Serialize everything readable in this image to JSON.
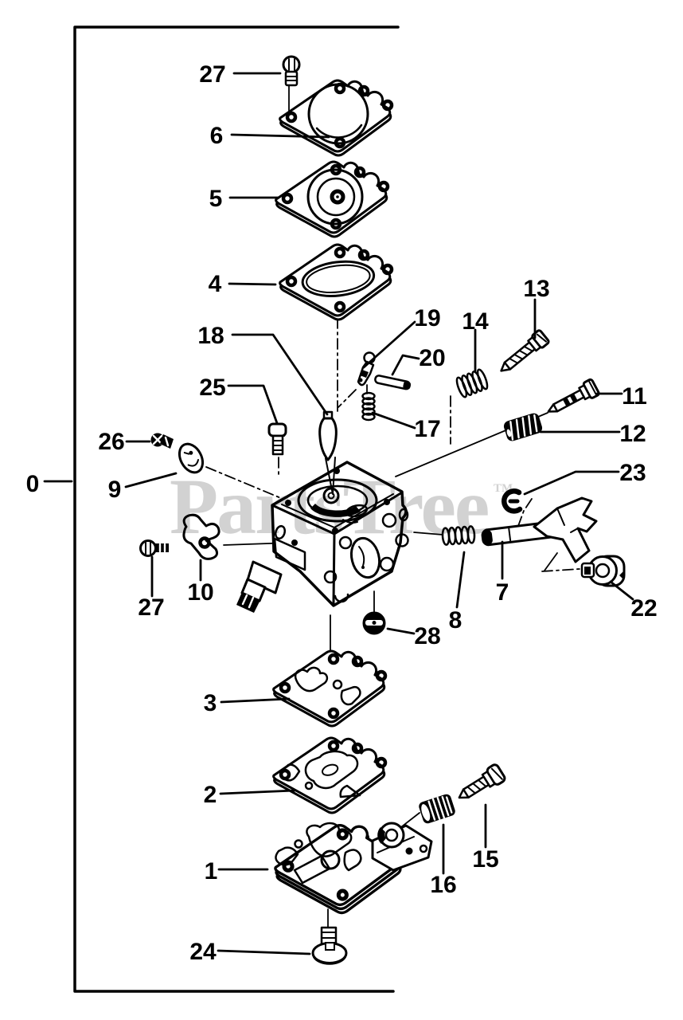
{
  "diagram": {
    "kind": "exploded-parts-diagram",
    "subject": "carburetor-assembly",
    "background": "#ffffff",
    "ink": "#000000"
  },
  "watermark": {
    "text": "PartsTree",
    "superscript": "TM",
    "color": "#d2d2d2"
  },
  "callouts": [
    {
      "id": "0",
      "number": "0"
    },
    {
      "id": "27-top",
      "number": "27"
    },
    {
      "id": "6",
      "number": "6"
    },
    {
      "id": "5",
      "number": "5"
    },
    {
      "id": "4",
      "number": "4"
    },
    {
      "id": "18",
      "number": "18"
    },
    {
      "id": "19",
      "number": "19"
    },
    {
      "id": "20",
      "number": "20"
    },
    {
      "id": "17",
      "number": "17"
    },
    {
      "id": "14",
      "number": "14"
    },
    {
      "id": "13",
      "number": "13"
    },
    {
      "id": "11",
      "number": "11"
    },
    {
      "id": "12",
      "number": "12"
    },
    {
      "id": "23",
      "number": "23"
    },
    {
      "id": "25",
      "number": "25"
    },
    {
      "id": "26",
      "number": "26"
    },
    {
      "id": "9",
      "number": "9"
    },
    {
      "id": "27-left",
      "number": "27"
    },
    {
      "id": "10",
      "number": "10"
    },
    {
      "id": "7",
      "number": "7"
    },
    {
      "id": "8",
      "number": "8"
    },
    {
      "id": "22",
      "number": "22"
    },
    {
      "id": "28",
      "number": "28"
    },
    {
      "id": "3",
      "number": "3"
    },
    {
      "id": "2",
      "number": "2"
    },
    {
      "id": "1",
      "number": "1"
    },
    {
      "id": "16",
      "number": "16"
    },
    {
      "id": "15",
      "number": "15"
    },
    {
      "id": "24",
      "number": "24"
    }
  ]
}
